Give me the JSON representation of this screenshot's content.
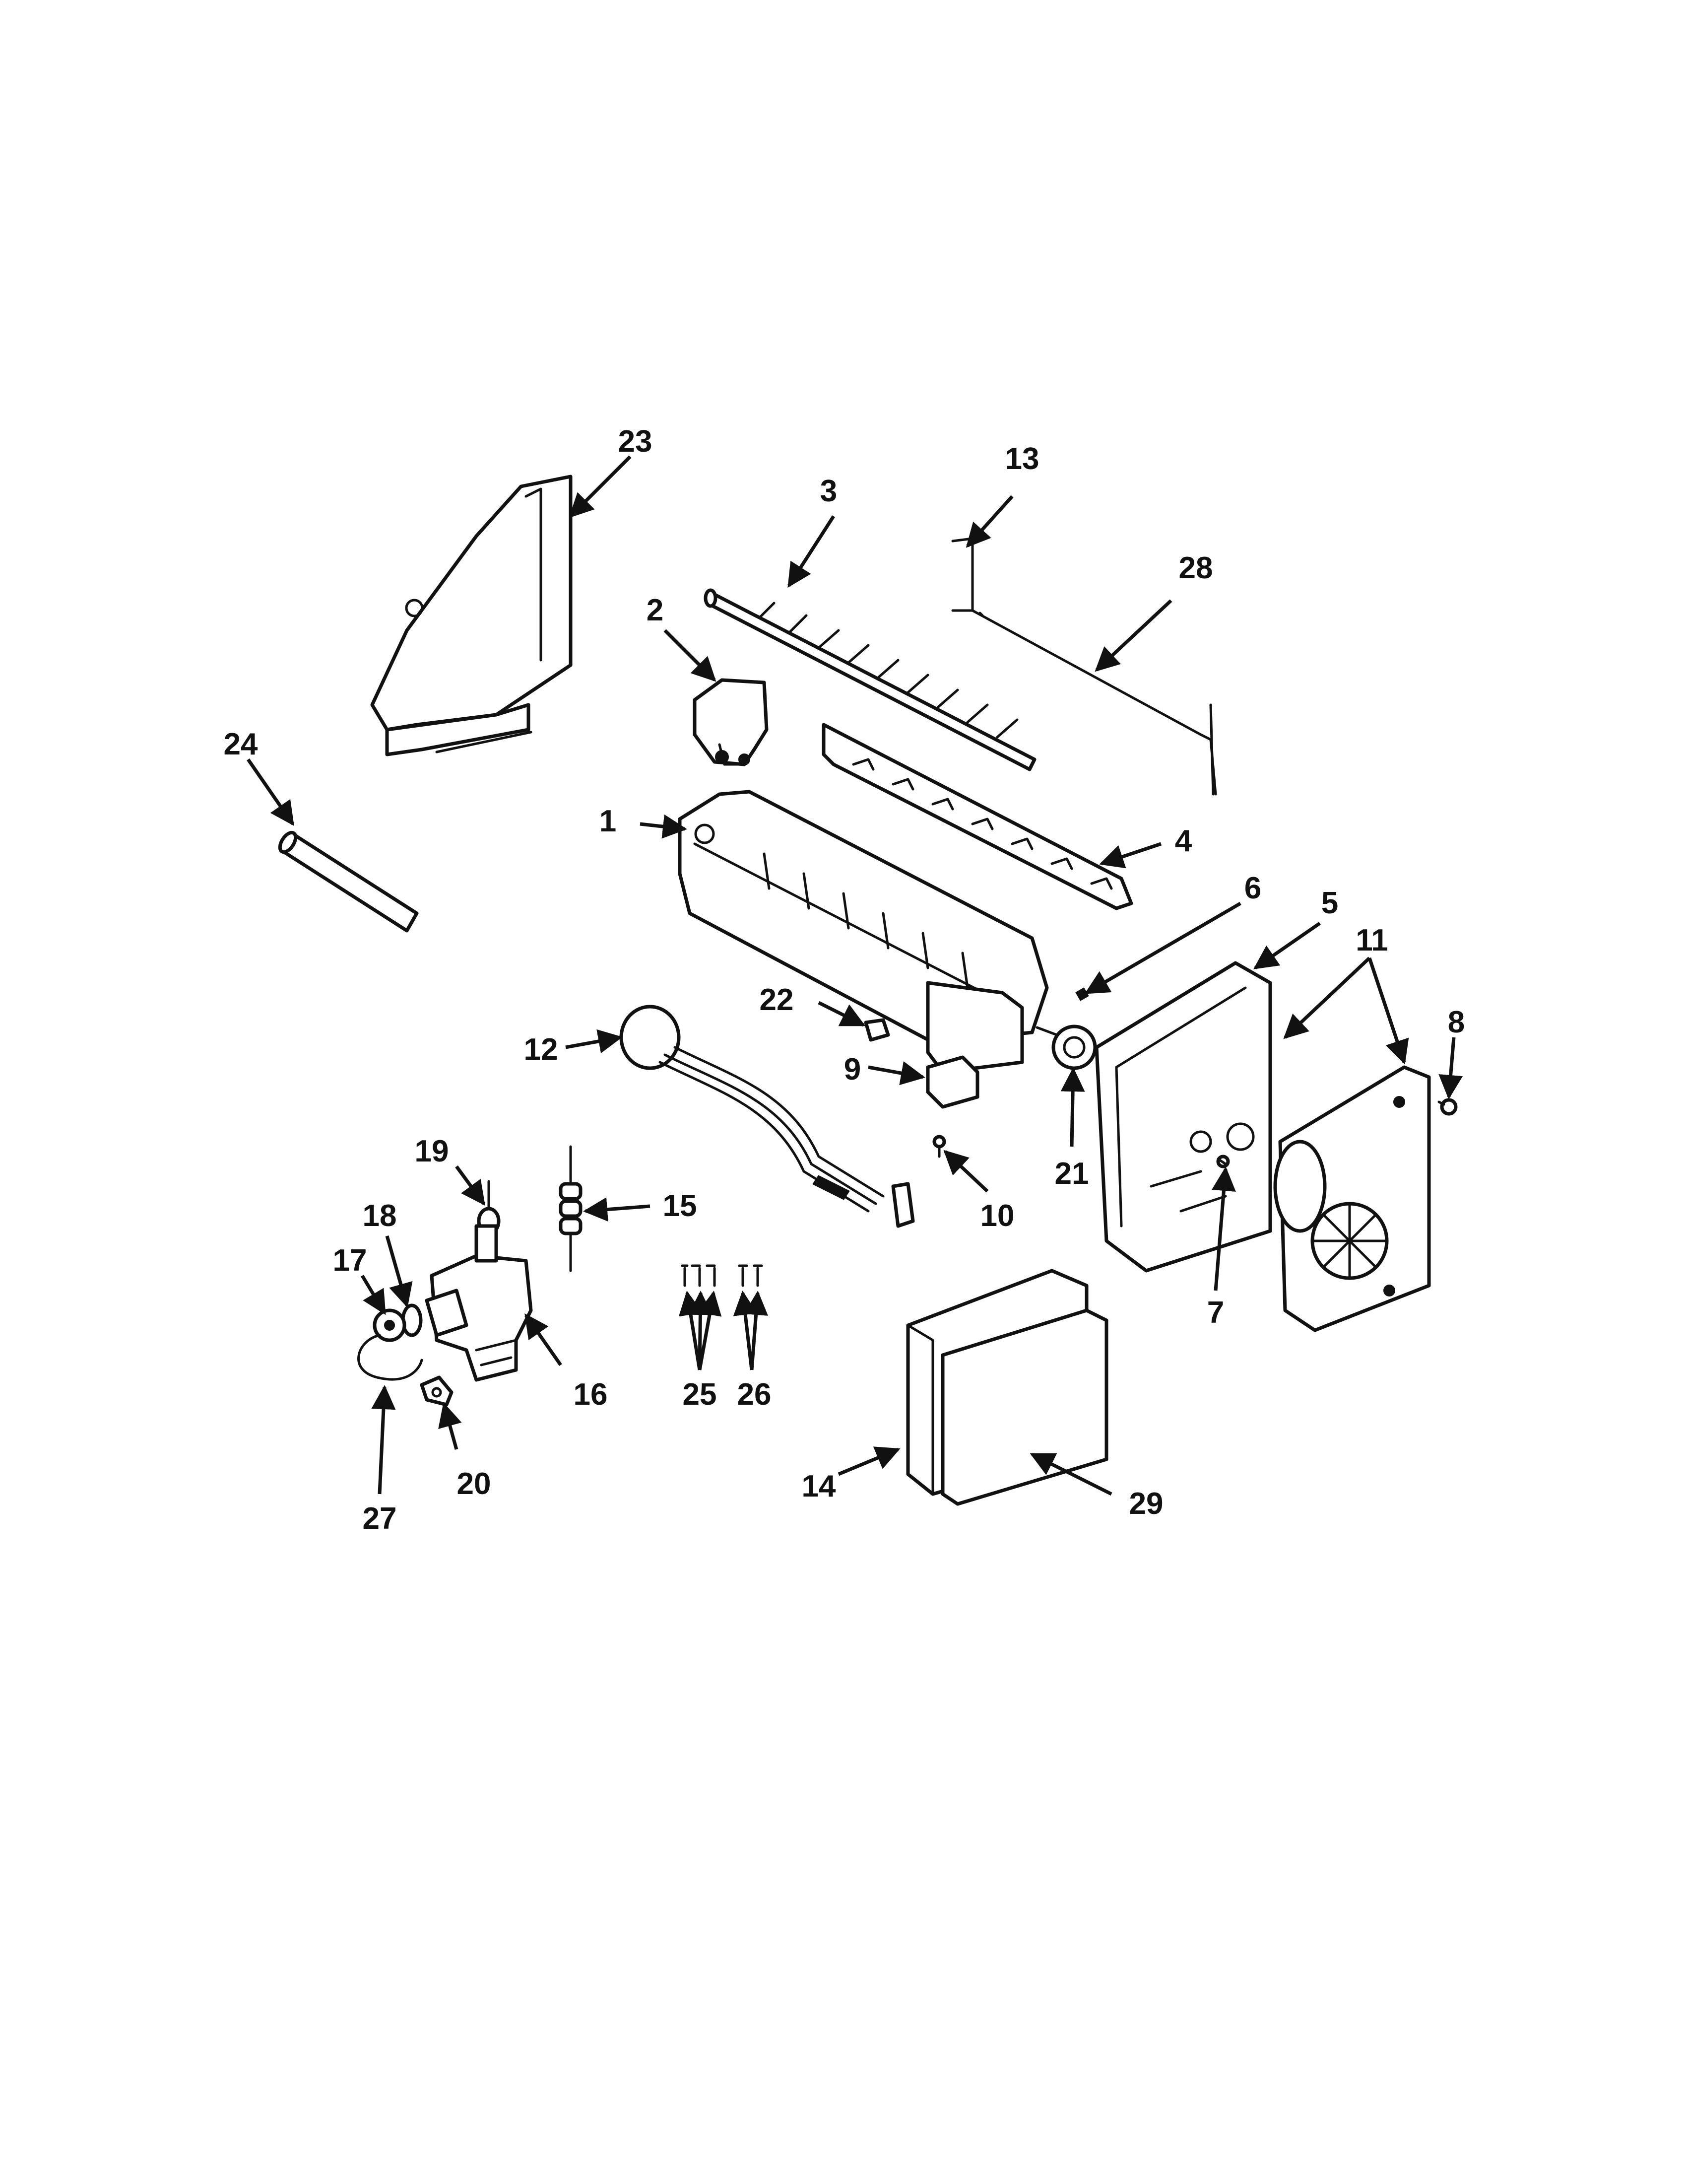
{
  "diagram": {
    "callouts": [
      "1",
      "2",
      "3",
      "4",
      "5",
      "6",
      "7",
      "8",
      "9",
      "10",
      "11",
      "12",
      "13",
      "14",
      "15",
      "16",
      "17",
      "18",
      "19",
      "20",
      "21",
      "22",
      "23",
      "24",
      "25",
      "26",
      "27",
      "28",
      "29"
    ]
  },
  "parts": [
    {
      "number": "1",
      "icon": "ice-mold-icon"
    },
    {
      "number": "2",
      "icon": "bearing-bracket-icon"
    },
    {
      "number": "3",
      "icon": "ejector-icon"
    },
    {
      "number": "4",
      "icon": "stripper-icon"
    },
    {
      "number": "5",
      "icon": "housing-icon"
    },
    {
      "number": "6",
      "icon": "screw-icon"
    },
    {
      "number": "7",
      "icon": "screw-icon"
    },
    {
      "number": "8",
      "icon": "screw-icon"
    },
    {
      "number": "9",
      "icon": "bracket-icon"
    },
    {
      "number": "10",
      "icon": "screw-icon"
    },
    {
      "number": "11",
      "icon": "control-module-icon"
    },
    {
      "number": "12",
      "icon": "wire-harness-icon"
    },
    {
      "number": "13",
      "icon": "bail-arm-icon"
    },
    {
      "number": "14",
      "icon": "cover-icon"
    },
    {
      "number": "15",
      "icon": "nut-ferrule-icon"
    },
    {
      "number": "16",
      "icon": "water-valve-icon"
    },
    {
      "number": "17",
      "icon": "grommet-icon"
    },
    {
      "number": "18",
      "icon": "fitting-icon"
    },
    {
      "number": "19",
      "icon": "tube-icon"
    },
    {
      "number": "20",
      "icon": "clamp-icon"
    },
    {
      "number": "21",
      "icon": "thermostat-icon"
    },
    {
      "number": "22",
      "icon": "clip-icon"
    },
    {
      "number": "23",
      "icon": "fill-cup-icon"
    },
    {
      "number": "24",
      "icon": "tube-icon"
    },
    {
      "number": "25",
      "icon": "screw-icon"
    },
    {
      "number": "26",
      "icon": "screw-icon"
    },
    {
      "number": "27",
      "icon": "wire-loop-icon"
    },
    {
      "number": "28",
      "icon": "shut-off-arm-icon"
    },
    {
      "number": "29",
      "icon": "insulation-icon"
    }
  ]
}
